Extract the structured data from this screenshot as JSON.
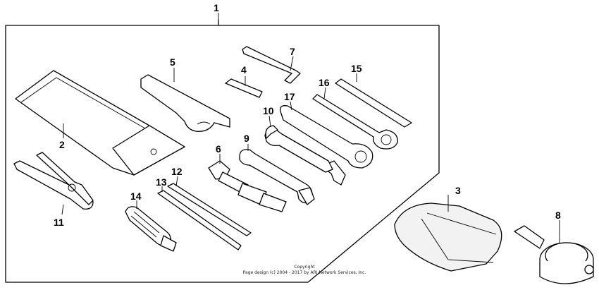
{
  "diagram": {
    "callouts": {
      "c1": "1",
      "c2": "2",
      "c3": "3",
      "c4": "4",
      "c5": "5",
      "c6": "6",
      "c7": "7",
      "c8": "8",
      "c9": "9",
      "c10": "10",
      "c11": "11",
      "c12": "12",
      "c13": "13",
      "c14": "14",
      "c15": "15",
      "c16": "16",
      "c17": "17"
    },
    "copyright_line1": "Copyright",
    "copyright_line2": "Page design (c) 2004 - 2017 by ARI Network Services, Inc."
  }
}
